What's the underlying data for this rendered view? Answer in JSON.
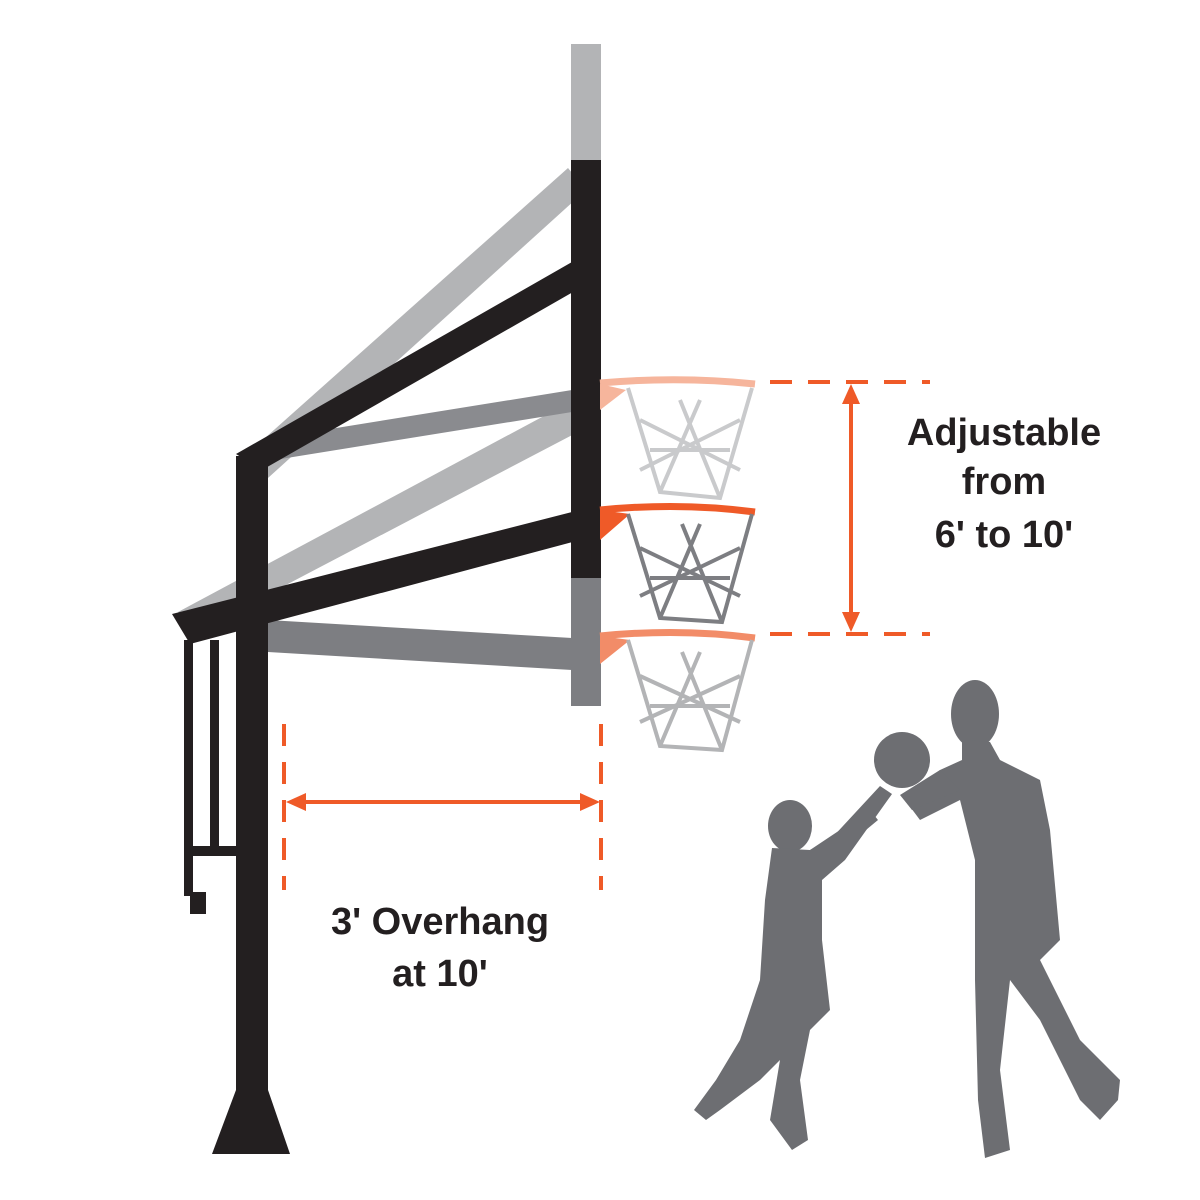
{
  "annotations": {
    "height_range": {
      "lines": [
        "Adjustable",
        "from",
        "6' to 10'"
      ]
    },
    "overhang": {
      "lines": [
        "3' Overhang",
        "at 10'"
      ]
    }
  },
  "colors": {
    "pole": "#231f20",
    "ghost_high": "#b3b4b6",
    "ghost_low": "#7d7e82",
    "accent": "#ef5a28",
    "rim_high": "#f6b59c",
    "rim_low": "#f28c68",
    "net_dark": "#7d7e82",
    "net_light": "#c9cacc",
    "silhouette": "#6d6e72"
  }
}
